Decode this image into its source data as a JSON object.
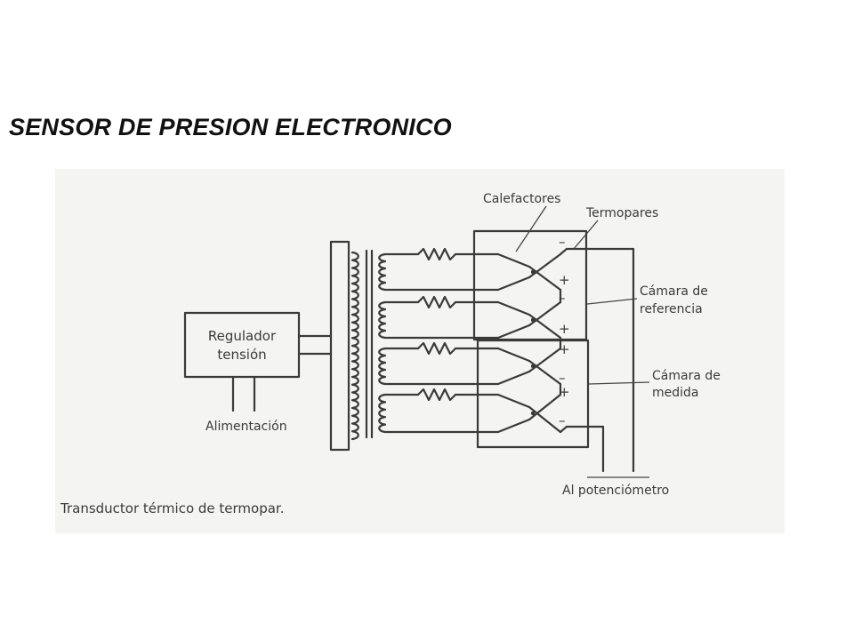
{
  "title": "SENSOR DE PRESION ELECTRONICO",
  "diagram": {
    "regulator_line1": "Regulador",
    "regulator_line2": "tensión",
    "power_label": "Alimentación",
    "heaters_label": "Calefactores",
    "thermocouples_label": "Termopares",
    "ref_chamber_line1": "Cámara de",
    "ref_chamber_line2": "referencia",
    "meas_chamber_line1": "Cámara de",
    "meas_chamber_line2": "medida",
    "potentiometer_label": "Al potenciómetro",
    "caption": "Transductor térmico de termopar.",
    "polarity": {
      "top_minus": "–",
      "ref_plus1": "+",
      "ref_minus": "–",
      "ref_plus2": "+",
      "meas_plus1": "+",
      "meas_minus1": "–",
      "meas_plus2": "+",
      "meas_minus2": "–"
    }
  },
  "colors": {
    "ink": "#3a3a3a",
    "panel": "#f4f4f2"
  }
}
